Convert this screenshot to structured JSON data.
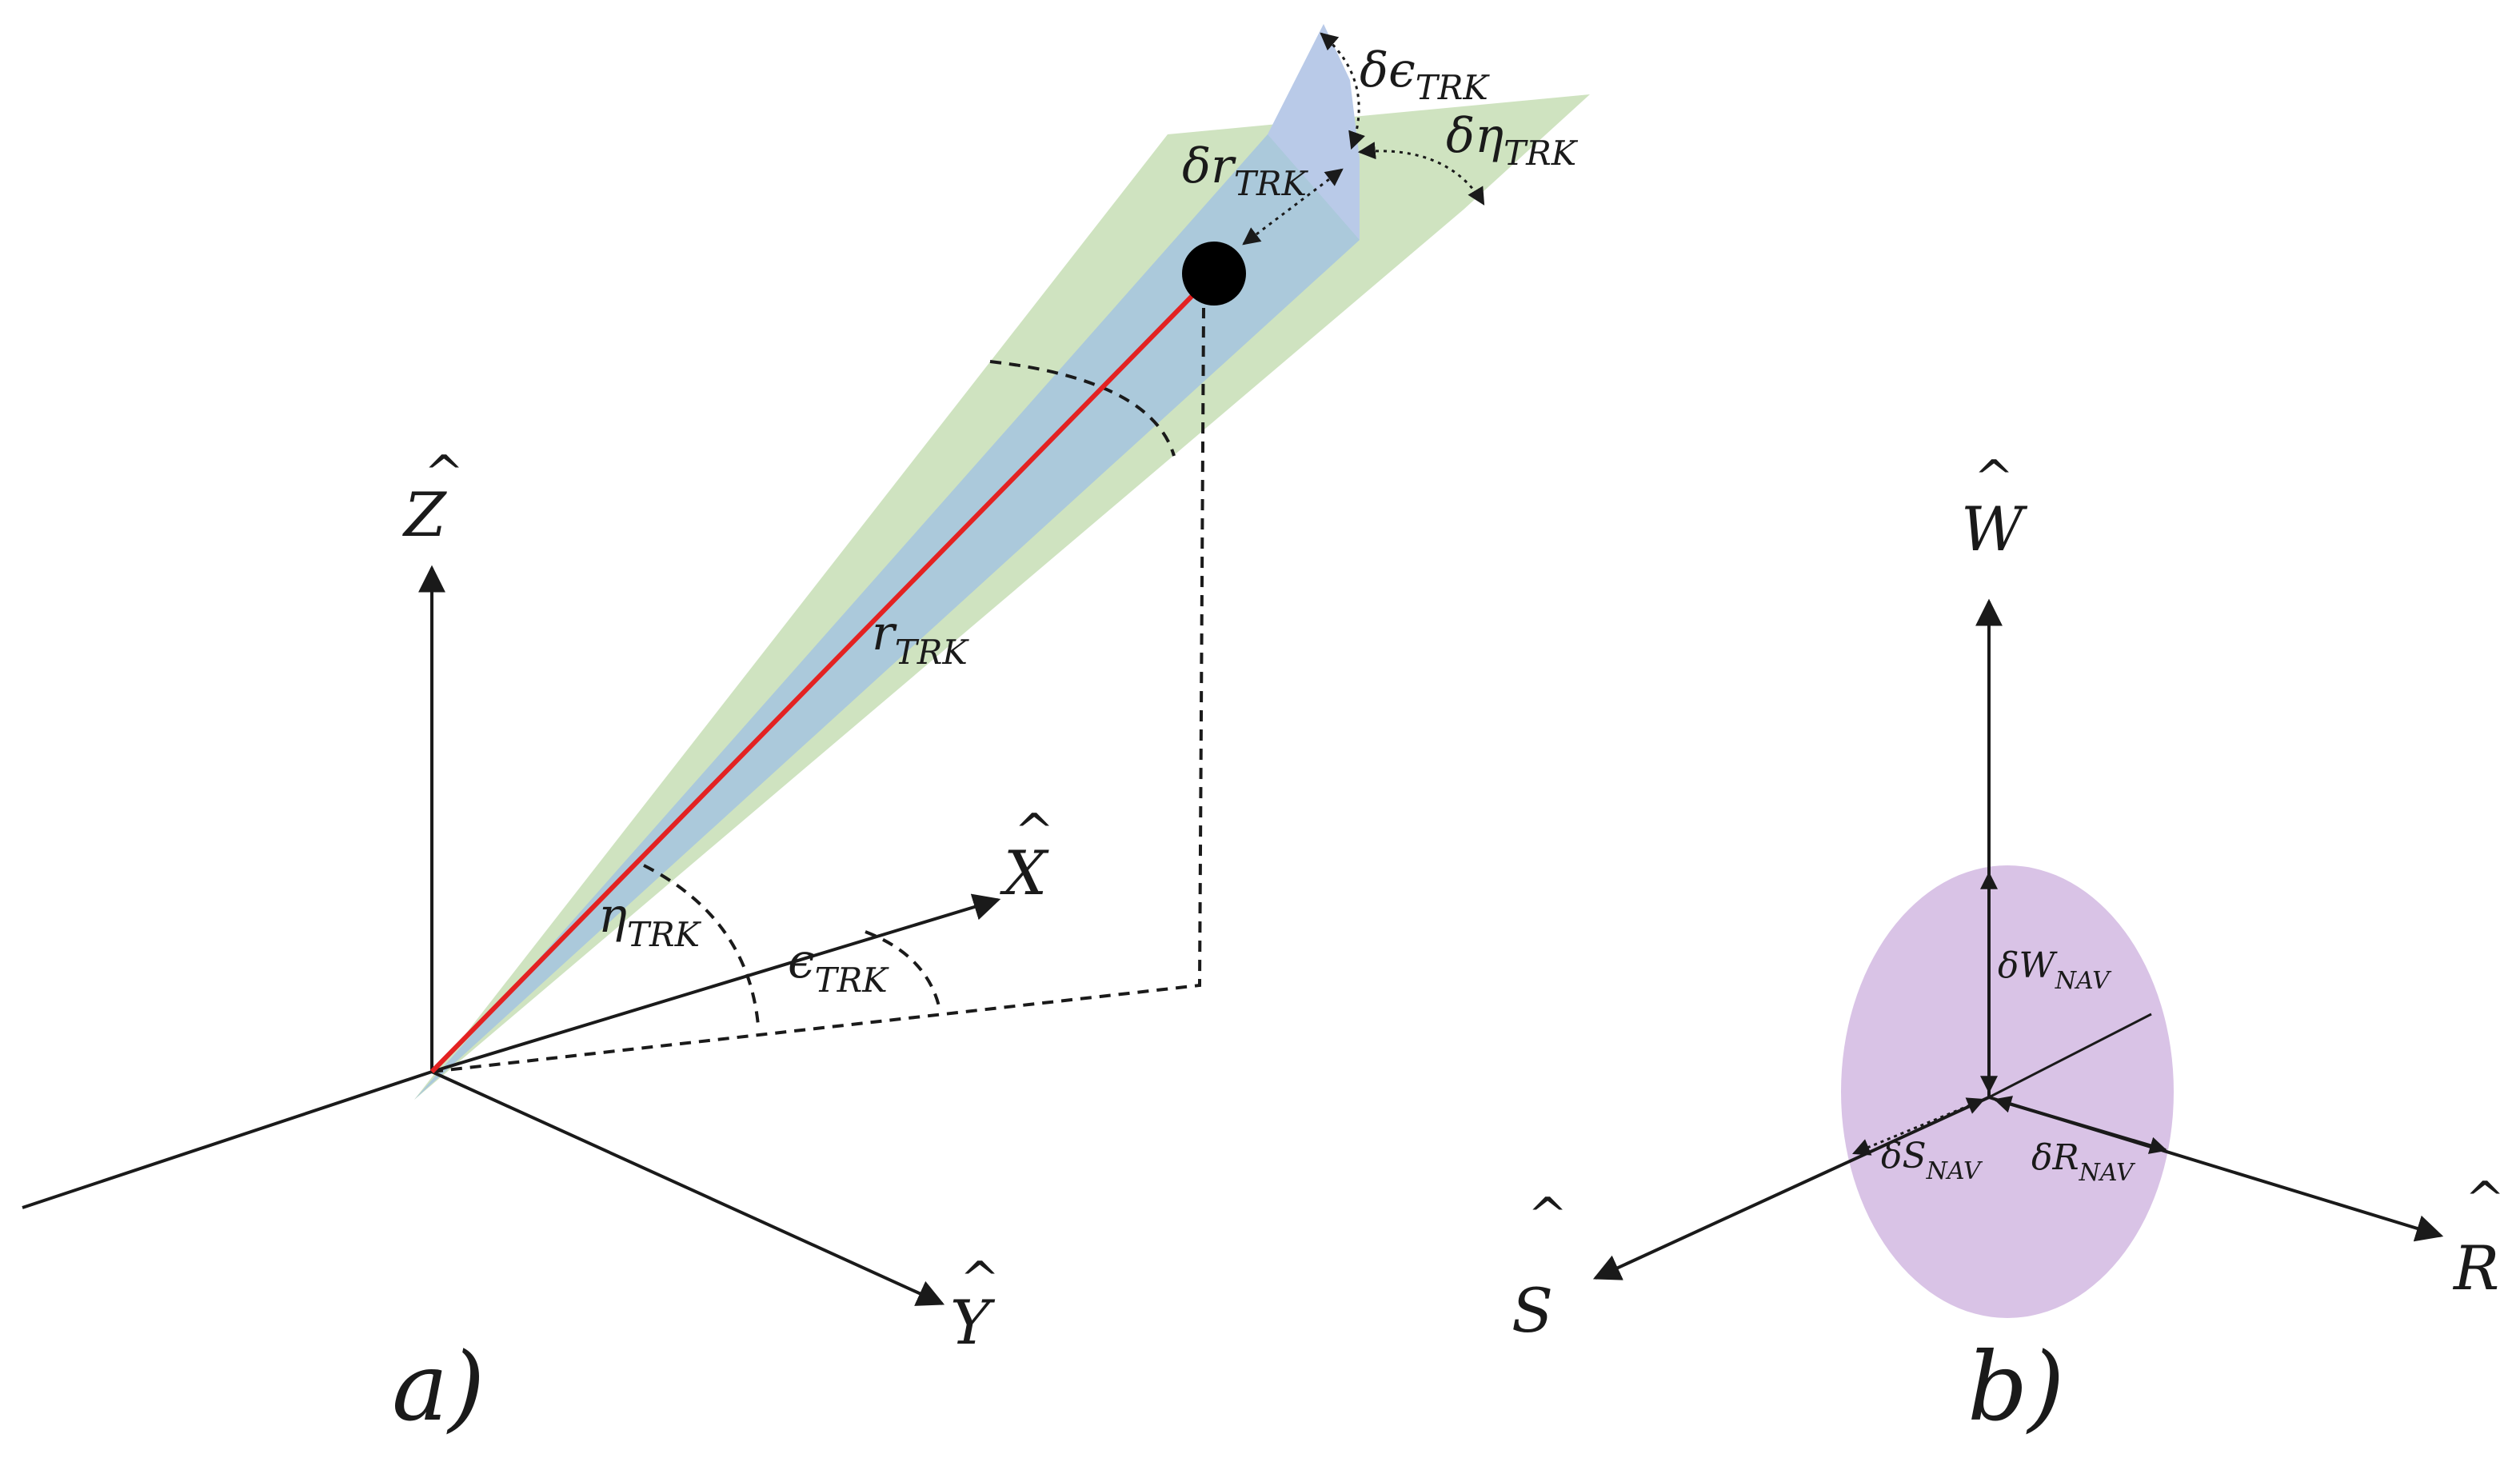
{
  "colors": {
    "green_cone": "#cfe3c0",
    "blue_cone": "#a9c7dc",
    "blue_tip": "#b9cae8",
    "range_line": "#e32222",
    "ellipse": "#d9c3e6",
    "ink": "#1a1a1a"
  },
  "panel_a": {
    "label": "a)",
    "axes": {
      "x": {
        "letter": "X",
        "hat": "^"
      },
      "y": {
        "letter": "Y",
        "hat": "^"
      },
      "z": {
        "letter": "Z",
        "hat": "^"
      }
    },
    "range": {
      "symbol": "r",
      "subscript": "TRK"
    },
    "elevation": {
      "symbol": "η",
      "subscript": "TRK"
    },
    "azimuth": {
      "symbol": "ϵ",
      "subscript": "TRK"
    },
    "range_error": {
      "symbol": "δr",
      "subscript": "TRK"
    },
    "azimuth_error": {
      "symbol": "δϵ",
      "subscript": "TRK"
    },
    "elevation_error": {
      "symbol": "δη",
      "subscript": "TRK"
    }
  },
  "panel_b": {
    "label": "b)",
    "axes": {
      "w": {
        "letter": "W",
        "hat": "^"
      },
      "s": {
        "letter": "S",
        "hat": "^"
      },
      "r": {
        "letter": "R",
        "hat": "^"
      }
    },
    "w_error": {
      "symbol": "δW",
      "subscript": "NAV"
    },
    "s_error": {
      "symbol": "δS",
      "subscript": "NAV"
    },
    "r_error": {
      "symbol": "δR",
      "subscript": "NAV"
    }
  }
}
